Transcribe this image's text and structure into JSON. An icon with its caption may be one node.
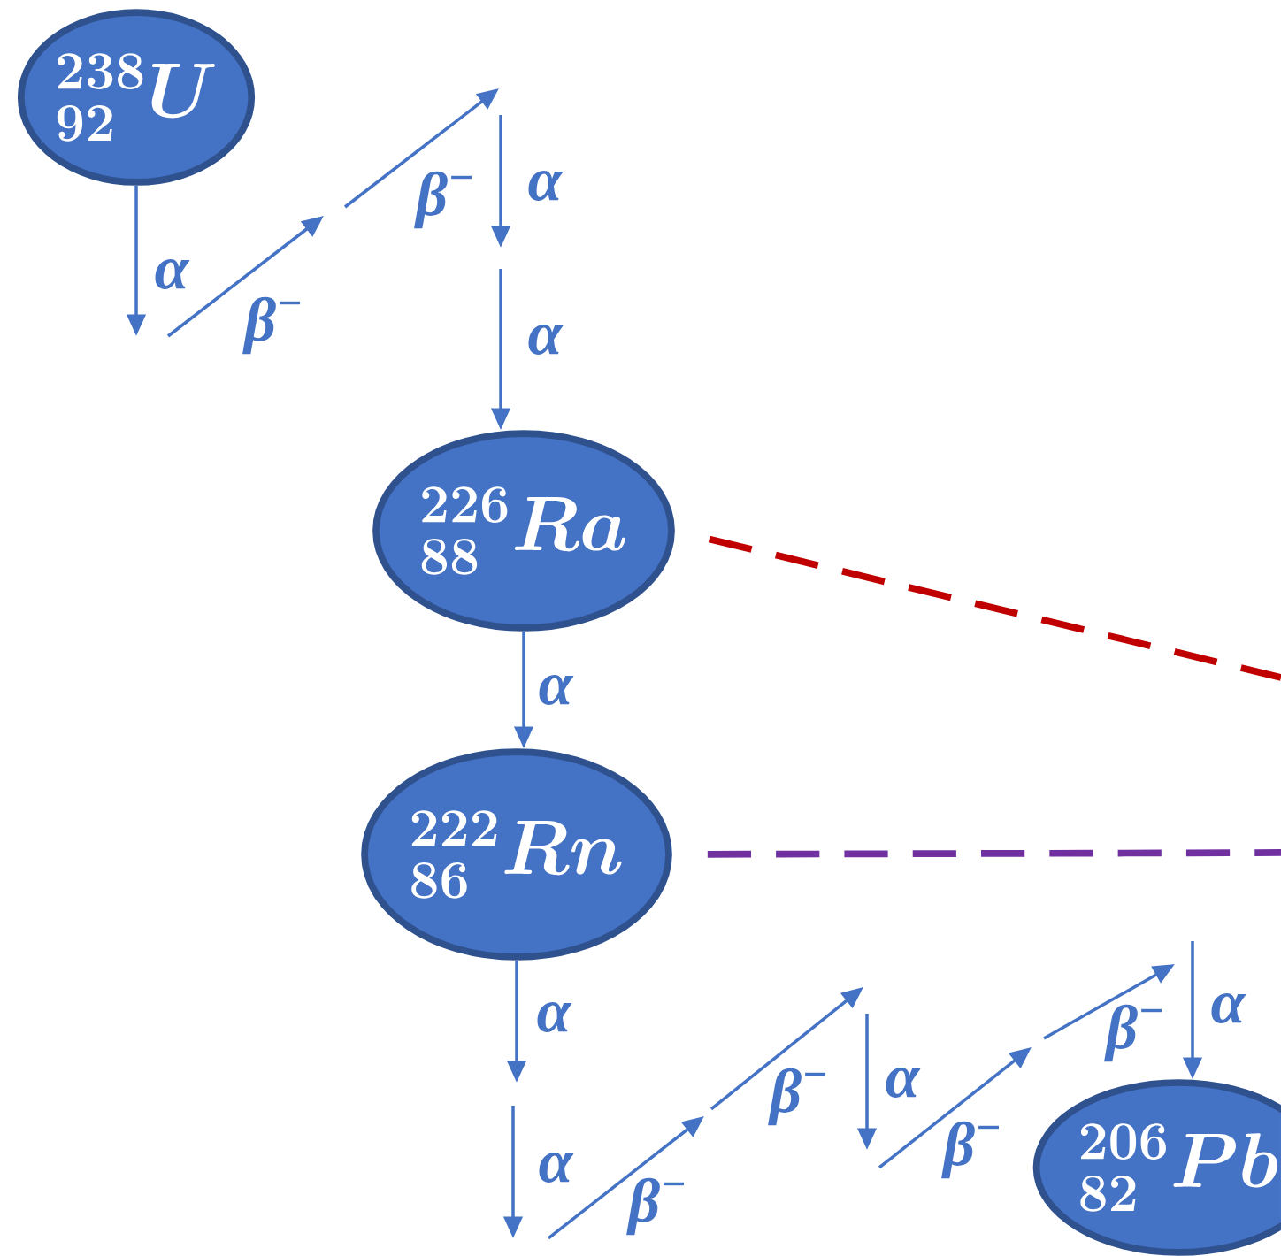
{
  "diagram": {
    "nodes": [
      {
        "text": [
          "{}^{238}_{92}U"
        ]
      },
      {
        "text": [
          "{}^{226}_{88}Ra"
        ]
      },
      {
        "text": [
          "{}^{222}_{86}Rn"
        ]
      },
      {
        "text": [
          "{}^{206}_{82}Pb"
        ]
      }
    ],
    "edges": [
      {
        "from": 0,
        "to": null,
        "arrow": "to",
        "label": "α"
      },
      {
        "from": null,
        "to": 1,
        "arrow": "to",
        "label": "α"
      },
      {
        "from": 1,
        "to": 2,
        "arrow": "to",
        "label": "α"
      },
      {
        "from": 2,
        "to": null,
        "arrow": "to",
        "label": "α"
      },
      {
        "from": null,
        "to": 3,
        "arrow": "to",
        "label": "α"
      },
      {
        "from": 1,
        "to": null,
        "arrow": "none",
        "style": "dashed",
        "color": "#c00000"
      },
      {
        "from": 2,
        "to": null,
        "arrow": "none",
        "style": "dashed",
        "color": "#7030a0"
      }
    ],
    "labels": [
      "β$^{−}$",
      "β$^{−}$",
      "α",
      "α",
      "β$^{−}$",
      "β$^{−}$",
      "α",
      "β$^{−}$",
      "β$^{−}$"
    ]
  }
}
